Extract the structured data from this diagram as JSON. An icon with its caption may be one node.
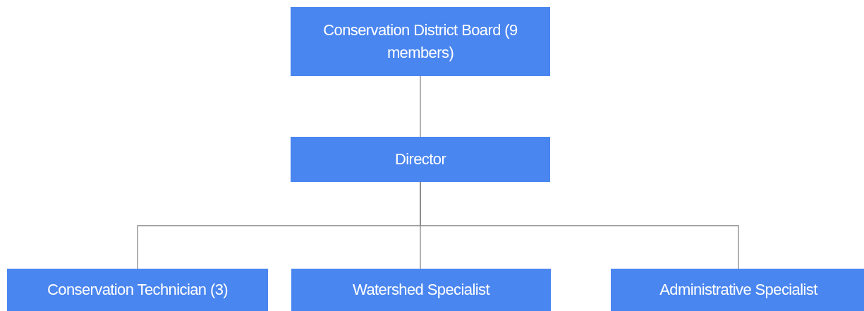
{
  "diagram": {
    "nodes": [
      {
        "text": [
          "Conservation District Board (9 members)"
        ]
      },
      {
        "text": [
          "Director"
        ]
      },
      {
        "text": [
          "Conservation Technician (3)"
        ]
      },
      {
        "text": [
          "Watershed Specialist"
        ]
      },
      {
        "text": [
          "Administrative Specialist"
        ]
      }
    ],
    "edges": [
      {
        "from": 0,
        "to": 1,
        "arrow": "none"
      },
      {
        "from": 1,
        "to": 2,
        "arrow": "none"
      },
      {
        "from": 1,
        "to": 3,
        "arrow": "none"
      },
      {
        "from": 1,
        "to": 4,
        "arrow": "none"
      }
    ]
  }
}
